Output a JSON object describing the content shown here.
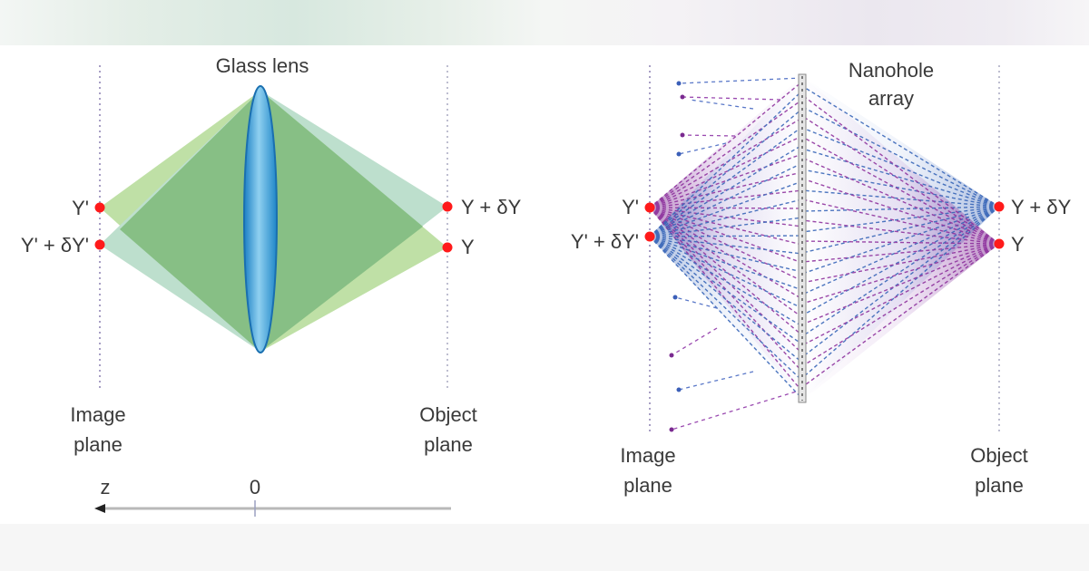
{
  "page": {
    "colors": {
      "red_point": "#ff1a1a",
      "lens_blue": "#2e9ad6",
      "cone_dark_green": "#86bf84",
      "cone_light_green": "#b9dca0",
      "cone_pale_teal": "#b8dcc9",
      "ray_purple": "#8a2a9a",
      "ray_blue": "#2f5fb5",
      "plane_dots": "#8a7fb0"
    }
  },
  "left_panel": {
    "title": "Glass lens",
    "image_plane_label_1": "Image",
    "image_plane_label_2": "plane",
    "object_plane_label_1": "Object",
    "object_plane_label_2": "plane",
    "image_points": [
      "Y'",
      "Y' + δY'"
    ],
    "object_points": [
      "Y + δY",
      "Y"
    ],
    "axis": {
      "label": "z",
      "origin": "0"
    }
  },
  "right_panel": {
    "title_line_1": "Nanohole",
    "title_line_2": "array",
    "image_plane_label_1": "Image",
    "image_plane_label_2": "plane",
    "object_plane_label_1": "Object",
    "object_plane_label_2": "plane",
    "image_points": [
      "Y'",
      "Y' + δY'"
    ],
    "object_points": [
      "Y + δY",
      "Y"
    ]
  }
}
